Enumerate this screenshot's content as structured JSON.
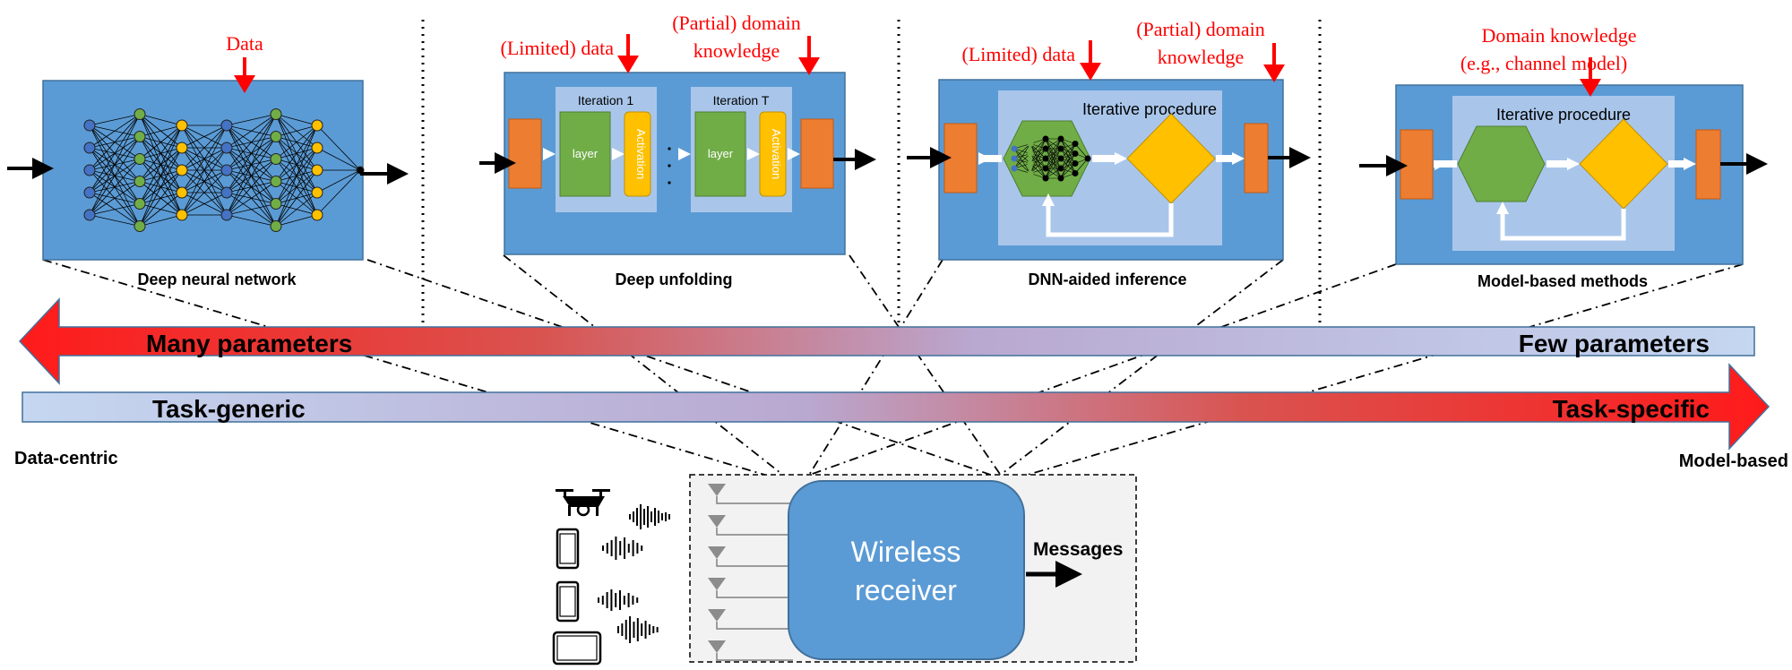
{
  "colors": {
    "panel_blue": "#5b9bd5",
    "inner_light": "#a9c6ea",
    "orange": "#ed7d31",
    "green": "#70ad47",
    "yellow": "#ffc000",
    "red": "#ff0000",
    "arrow_red": "#ee2222",
    "light_blue": "#c3d5f0",
    "receiver_bg": "#f2f2f2"
  },
  "panels": {
    "dnn": {
      "label": "Deep neural network",
      "input": "Data"
    },
    "unfold": {
      "label": "Deep unfolding",
      "input_left": "(Limited) data",
      "input_right_line1": "(Partial) domain",
      "input_right_line2": "knowledge",
      "iter1": "Iteration 1",
      "iterT": "Iteration T",
      "layer": "layer",
      "activation": "Activation",
      "dots": "· · ·"
    },
    "aided": {
      "label": "DNN-aided inference",
      "input_left": "(Limited) data",
      "input_right_line1": "(Partial) domain",
      "input_right_line2": "knowledge",
      "inner_title": "Iterative procedure"
    },
    "model": {
      "label": "Model-based methods",
      "input_line1": "Domain knowledge",
      "input_line2": "(e.g., channel model)",
      "inner_title": "Iterative procedure"
    }
  },
  "spectrum": {
    "many_params": "Many parameters",
    "few_params": "Few parameters",
    "task_generic": "Task-generic",
    "task_specific": "Task-specific",
    "left_end": "Data-centric",
    "right_end": "Model-based"
  },
  "receiver": {
    "line1": "Wireless",
    "line2": "receiver",
    "output": "Messages"
  }
}
